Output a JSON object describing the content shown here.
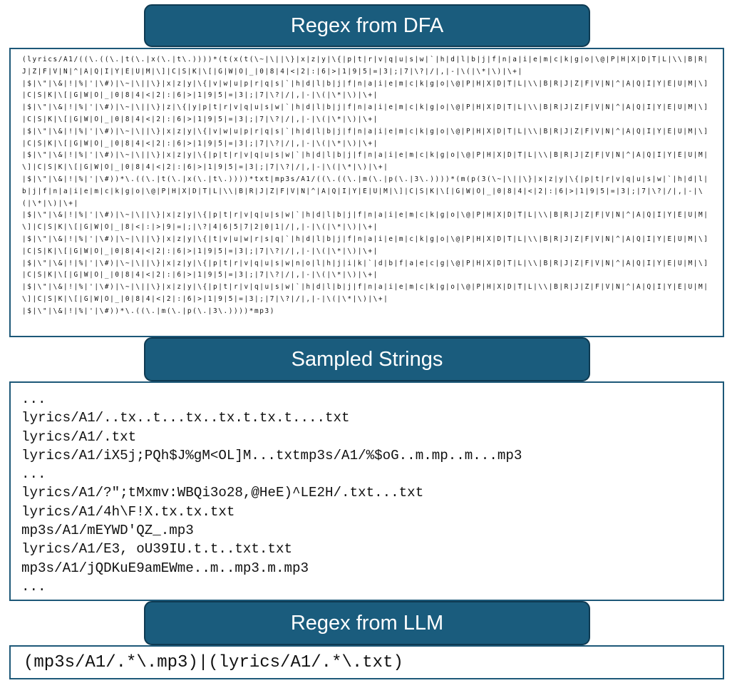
{
  "sections": {
    "dfa_title": "Regex from DFA",
    "samples_title": "Sampled Strings",
    "llm_title": "Regex from LLM"
  },
  "dfa_regex": "(lyrics/A1/((\\.((\\.|t(\\.|x(\\.|t\\.))))*(t(x(t(\\~|\\||\\}|x|z|y|\\{|p|t|r|v|q|u|s|w|`|h|d|l|b|j|f|n|a|i|e|m|c|k|g|o|\\@|P|H|X|D|T|L|\\\\|B|R|J|Z|F|V|N|^|A|Q|I|Y|E|U|M|\\]|C|S|K|\\[|G|W|O|_|0|8|4|<|2|:|6|>|1|9|5|=|3|;|7|\\?|/|,|-|\\(|\\*|\\)|\\+|\n|$|\\\"|\\&|!|%|'|\\#)|\\~|\\||\\}|x|z|y|\\{|v|w|u|p|r|q|s|`|h|d|l|b|j|f|n|a|i|e|m|c|k|g|o|\\@|P|H|X|D|T|L|\\\\|B|R|J|Z|F|V|N|^|A|Q|I|Y|E|U|M|\\]|C|S|K|\\[|G|W|O|_|0|8|4|<|2|:|6|>|1|9|5|=|3|;|7|\\?|/|,|-|\\(|\\*|\\)|\\+|\n|$|\\\"|\\&|!|%|'|\\#)|\\~|\\||\\}|z|\\{|y|p|t|r|v|q|u|s|w|`|h|d|l|b|j|f|n|a|i|e|m|c|k|g|o|\\@|P|H|X|D|T|L|\\\\|B|R|J|Z|F|V|N|^|A|Q|I|Y|E|U|M|\\]|C|S|K|\\[|G|W|O|_|0|8|4|<|2|:|6|>|1|9|5|=|3|;|7|\\?|/|,|-|\\(|\\*|\\)|\\+|\n|$|\\\"|\\&|!|%|'|\\#)|\\~|\\||\\}|x|z|y|\\{|v|w|u|p|r|q|s|`|h|d|l|b|j|f|n|a|i|e|m|c|k|g|o|\\@|P|H|X|D|T|L|\\\\|B|R|J|Z|F|V|N|^|A|Q|I|Y|E|U|M|\\]|C|S|K|\\[|G|W|O|_|0|8|4|<|2|:|6|>|1|9|5|=|3|;|7|\\?|/|,|-|\\(|\\*|\\)|\\+|\n|$|\\\"|\\&|!|%|'|\\#)|\\~|\\||\\}|x|z|y|\\{|p|t|r|v|q|u|s|w|`|h|d|l|b|j|f|n|a|i|e|m|c|k|g|o|\\@|P|H|X|D|T|L|\\\\|B|R|J|Z|F|V|N|^|A|Q|I|Y|E|U|M|\\]|C|S|K|\\[|G|W|O|_|0|8|4|<|2|:|6|>|1|9|5|=|3|;|7|\\?|/|,|-|\\(|\\*|\\)|\\+|\n|$|\\\"|\\&|!|%|'|\\#))*\\.((\\.|t(\\.|x(\\.|t\\.))))*txt|mp3s/A1/((\\.((\\.|m(\\.|p(\\.|3\\.))))*(m(p(3(\\~|\\||\\}|x|z|y|\\{|p|t|r|v|q|u|s|w|`|h|d|l|b|j|f|n|a|i|e|m|c|k|g|o|\\@|P|H|X|D|T|L|\\\\|B|R|J|Z|F|V|N|^|A|Q|I|Y|E|U|M|\\]|C|S|K|\\[|G|W|O|_|0|8|4|<|2|:|6|>|1|9|5|=|3|;|7|\\?|/|,|-|\\(|\\*|\\)|\\+|\n|$|\\\"|\\&|!|%|'|\\#)|\\~|\\||\\}|x|z|y|\\{|p|t|r|v|q|u|s|w|`|h|d|l|b|j|f|n|a|i|e|m|c|k|g|o|\\@|P|H|X|D|T|L|\\\\|B|R|J|Z|F|V|N|^|A|Q|I|Y|E|U|M|\\]|C|S|K|\\[|G|W|O|_|8|<|:|>|9|=|;|\\?|4|6|5|7|2|0|1|/|,|-|\\(|\\*|\\)|\\+|\n|$|\\\"|\\&|!|%|'|\\#)|\\~|\\||\\}|x|z|y|\\{|t|v|u|w|r|s|q|`|h|d|l|b|j|f|n|a|i|e|m|c|k|g|o|\\@|P|H|X|D|T|L|\\\\|B|R|J|Z|F|V|N|^|A|Q|I|Y|E|U|M|\\]|C|S|K|\\[|G|W|O|_|0|8|4|<|2|:|6|>|1|9|5|=|3|;|7|\\?|/|,|-|\\(|\\*|\\)|\\+|\n|$|\\\"|\\&|!|%|'|\\#)|\\~|\\||\\}|x|z|y|\\{|p|t|r|v|q|u|s|w|n|o|l|h|j|i|k|`|d|b|f|a|e|c|g|\\@|P|H|X|D|T|L|\\\\|B|R|J|Z|F|V|N|^|A|Q|I|Y|E|U|M|\\]|C|S|K|\\[|G|W|O|_|0|8|4|<|2|:|6|>|1|9|5|=|3|;|7|\\?|/|,|-|\\(|\\*|\\)|\\+|\n|$|\\\"|\\&|!|%|'|\\#)|\\~|\\||\\}|x|z|y|\\{|p|t|r|v|q|u|s|w|`|h|d|l|b|j|f|n|a|i|e|m|c|k|g|o|\\@|P|H|X|D|T|L|\\\\|B|R|J|Z|F|V|N|^|A|Q|I|Y|E|U|M|\\]|C|S|K|\\[|G|W|O|_|0|8|4|<|2|:|6|>|1|9|5|=|3|;|7|\\?|/|,|-|\\(|\\*|\\)|\\+|\n|$|\\\"|\\&|!|%|'|\\#))*\\.((\\.|m(\\.|p(\\.|3\\.))))*mp3)",
  "sampled_strings": [
    "...",
    "lyrics/A1/..tx..t...tx..tx.t.tx.t....txt",
    "lyrics/A1/.txt",
    "lyrics/A1/iX5j;PQh$J%gM<OL]M...txtmp3s/A1/%$oG..m.mp..m...mp3",
    "...",
    "lyrics/A1/?\";tMxmv:WBQi3o28,@HeE)^LE2H/.txt...txt",
    "lyrics/A1/4h\\F!X.tx.tx.txt",
    "mp3s/A1/mEYWD'QZ_.mp3",
    "lyrics/A1/E3, oU39IU.t.t..txt.txt",
    "mp3s/A1/jQDKuE9amEWme..m..mp3.m.mp3",
    "..."
  ],
  "llm_regex": "(mp3s/A1/.*\\.mp3)|(lyrics/A1/.*\\.txt)"
}
